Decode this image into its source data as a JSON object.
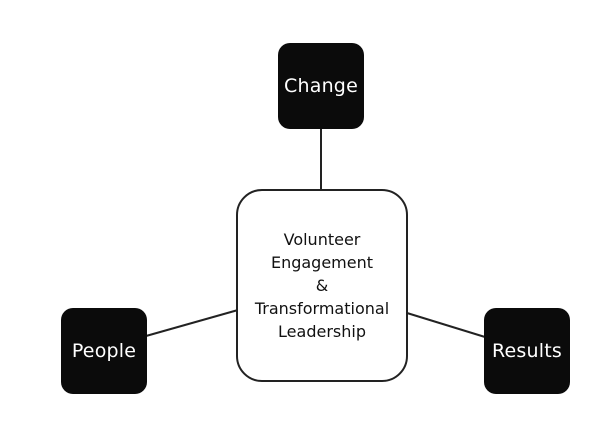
{
  "diagram": {
    "center": {
      "lines": [
        "Volunteer",
        "Engagement",
        "&",
        "Transformational",
        "Leadership"
      ]
    },
    "nodes": {
      "top": "Change",
      "left": "People",
      "right": "Results"
    },
    "colors": {
      "node_fill": "#0b0b0b",
      "node_text": "#ffffff",
      "center_border": "#222222",
      "connector": "#222222"
    }
  }
}
